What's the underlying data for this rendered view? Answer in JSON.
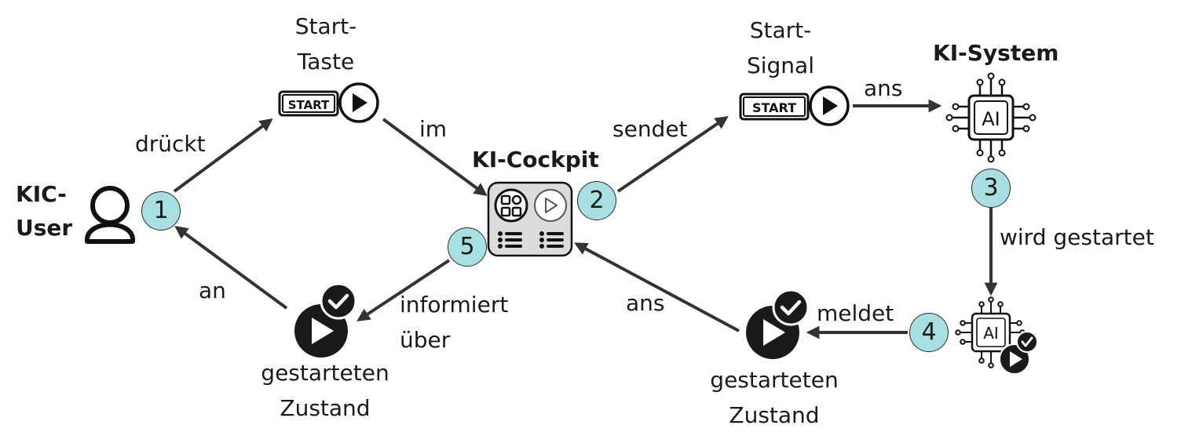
{
  "actors": {
    "user": "KIC-\nUser",
    "cockpit": "KI-Cockpit",
    "system": "KI-System"
  },
  "objects": {
    "start_button": "Start-\nTaste",
    "start_signal": "Start-\nSignal",
    "state_left": "gestarteten\nZustand",
    "state_right": "gestarteten\nZustand",
    "start_badge_text": "START",
    "ai_chip_text": "AI"
  },
  "edges": {
    "drueckt": "drückt",
    "im": "im",
    "sendet": "sendet",
    "ans_top": "ans",
    "wird_gestartet": "wird gestartet",
    "meldet": "meldet",
    "ans_bottom": "ans",
    "informiert_ueber": "informiert\nüber",
    "an": "an"
  },
  "steps": {
    "s1": "1",
    "s2": "2",
    "s3": "3",
    "s4": "4",
    "s5": "5"
  },
  "colors": {
    "step_fill": "#a8e0e2",
    "line": "#333333",
    "cockpit_fill": "#dcdcdc"
  }
}
